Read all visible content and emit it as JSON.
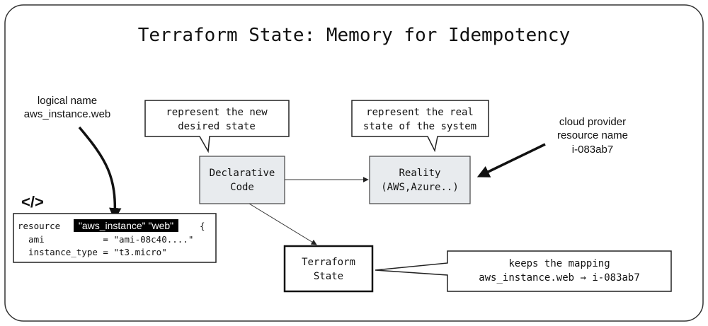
{
  "title": "Terraform State: Memory for Idempotency",
  "nodes": {
    "declarative_code": {
      "line1": "Declarative",
      "line2": "Code"
    },
    "reality": {
      "line1": "Reality",
      "line2": "(AWS,Azure..)"
    },
    "terraform_state": {
      "line1": "Terraform",
      "line2": "State"
    }
  },
  "callouts": {
    "desired": {
      "line1": "represent the new",
      "line2": "desired state"
    },
    "real": {
      "line1": "represent the real",
      "line2": "state of the system"
    },
    "mapping": {
      "line1": "keeps the mapping",
      "line2": "aws_instance.web → i-083ab7"
    }
  },
  "labels": {
    "logical_name": {
      "line1": "logical name",
      "line2": "aws_instance.web"
    },
    "cloud_name": {
      "line1": "cloud provider",
      "line2": "resource name",
      "line3": "i-083ab7"
    }
  },
  "code_icon": "</>",
  "code": {
    "keyword": "resource",
    "highlight": "\"aws_instance\" \"web\"",
    "brace": "{",
    "line2": "  ami           = \"ami-08c40....\"",
    "line3": "  instance_type = \"t3.micro\""
  },
  "colors": {
    "box_fill": "#e8ebee",
    "highlight_bg": "#000000",
    "stroke": "#222222"
  }
}
